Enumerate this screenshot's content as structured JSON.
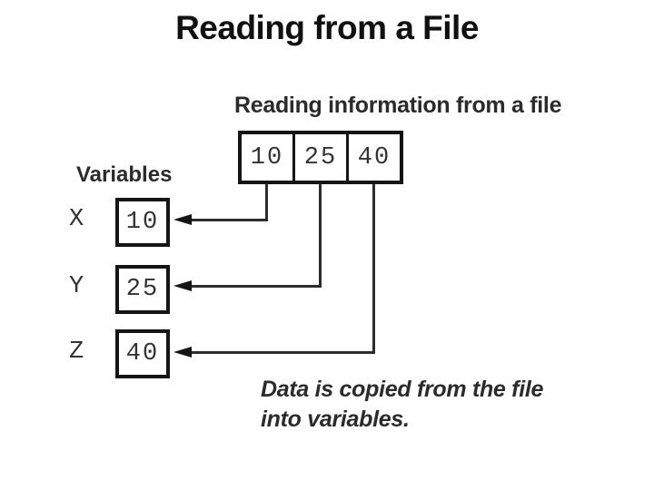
{
  "slide": {
    "title": "Reading from a File"
  },
  "diagram": {
    "header": "Reading information from a file",
    "file_cells": [
      "10",
      "25",
      "40"
    ],
    "variables_label": "Variables",
    "variables": [
      {
        "name": "X",
        "value": "10"
      },
      {
        "name": "Y",
        "value": "25"
      },
      {
        "name": "Z",
        "value": "40"
      }
    ],
    "caption": {
      "lines": [
        "Data is copied from the file",
        "into variables."
      ]
    },
    "colors": {
      "ink": "#151515",
      "line": "#2d2d2d",
      "text": "#2b2b2b",
      "background": "#ffffff"
    }
  }
}
